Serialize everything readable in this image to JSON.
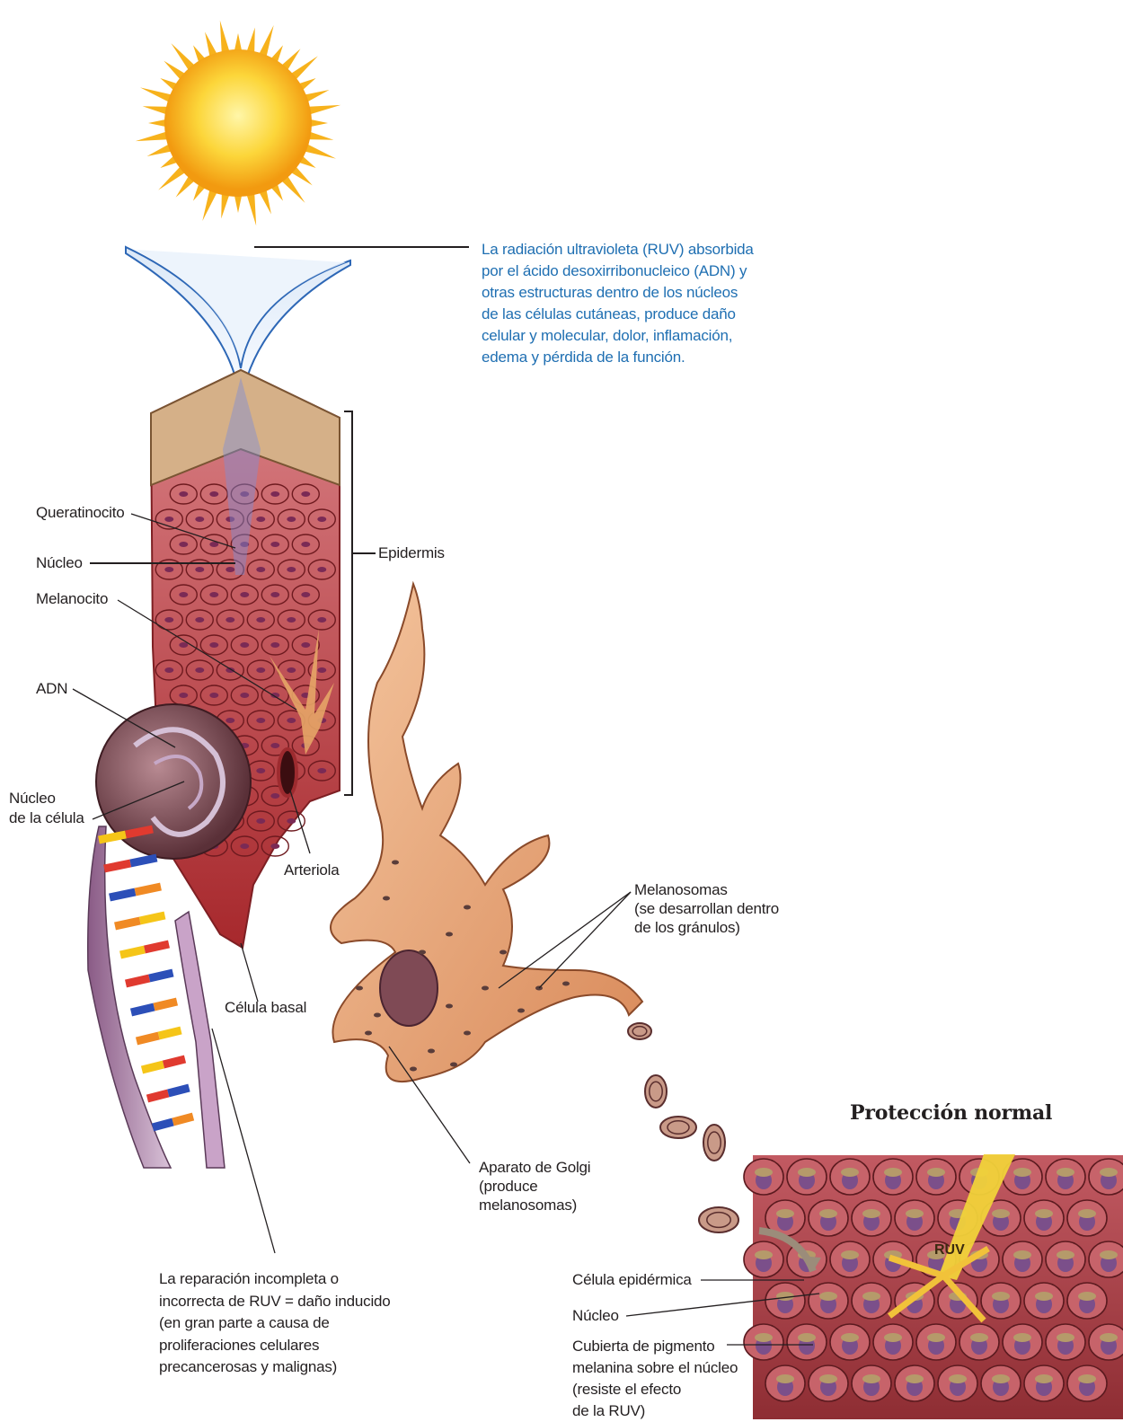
{
  "uv_note": {
    "lines": [
      "La radiación ultravioleta (RUV) absorbida",
      "por el ácido desoxirribonucleico (ADN) y",
      "otras estructuras dentro de los núcleos",
      "de las células cutáneas, produce daño",
      "celular y molecular, dolor, inflamación,",
      "edema y pérdida de la función."
    ]
  },
  "labels": {
    "queratinocito": "Queratinocito",
    "nucleo": "Núcleo",
    "melanocito": "Melanocito",
    "adn": "ADN",
    "nucleo_celula": [
      "Núcleo",
      "de la célula"
    ],
    "epidermis": "Epidermis",
    "arteriola": "Arteriola",
    "celula_basal": "Célula basal",
    "melanosomas": [
      "Melanosomas",
      "(se desarrollan dentro",
      "de los gránulos)"
    ],
    "golgi": [
      "Aparato de Golgi",
      "(produce",
      "melanosomas)"
    ],
    "reparacion": [
      "La reparación incompleta o",
      "incorrecta de RUV = daño inducido",
      "(en gran parte a causa de",
      "proliferaciones celulares",
      "precancerosas y malignas)"
    ]
  },
  "inset": {
    "title": "Protección normal",
    "ruv": "RUV",
    "celula_epidermica": "Célula epidérmica",
    "nucleo": "Núcleo",
    "cubierta": [
      "Cubierta de pigmento",
      "melanina sobre el núcleo",
      "(resiste el efecto",
      "de la RUV)"
    ]
  },
  "colors": {
    "note_blue": "#1f6fb2",
    "sun": "#f7b21c",
    "tissue": "#c8474b",
    "melanocyte": "#e9a77c"
  }
}
